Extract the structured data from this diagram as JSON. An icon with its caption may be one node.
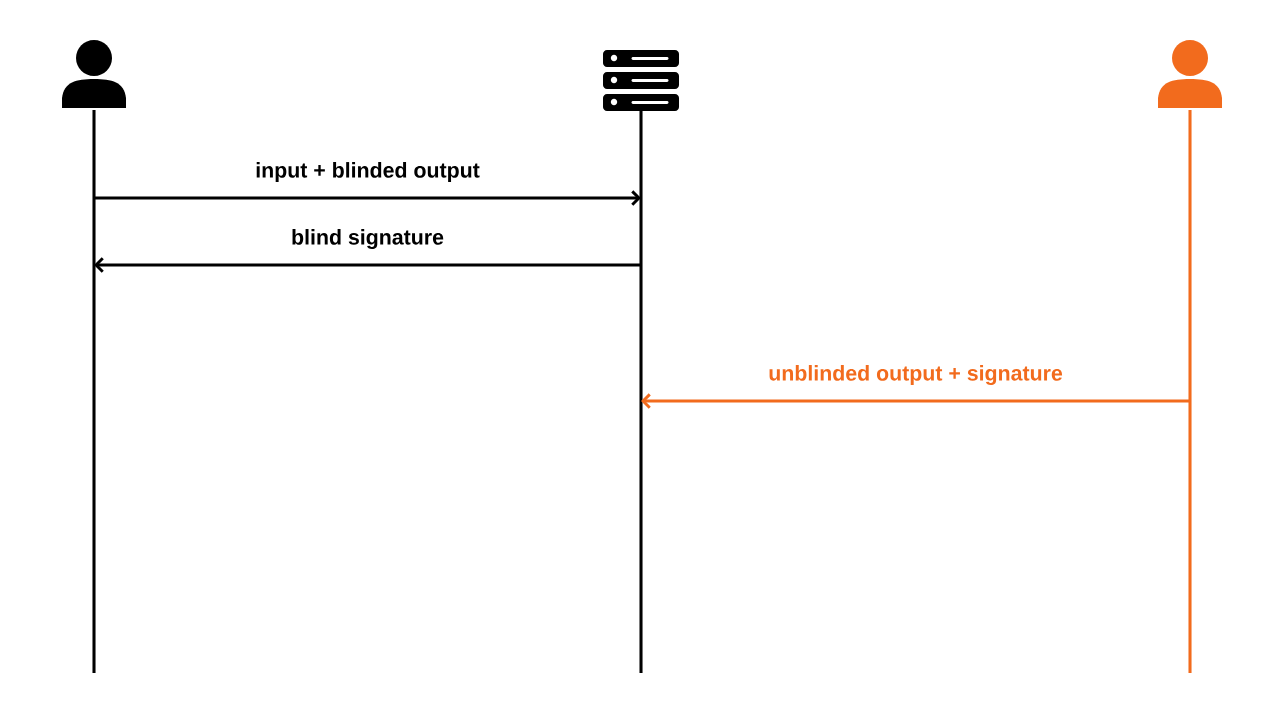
{
  "diagram": {
    "nodes": [
      {
        "text": [],
        "shape": "person"
      },
      {
        "text": [],
        "shape": "server"
      },
      {
        "text": [],
        "shape": "person"
      }
    ],
    "edges": [
      {
        "from": 0,
        "to": 1,
        "arrow": "to",
        "label": "input + blinded output"
      },
      {
        "from": 1,
        "to": 0,
        "arrow": "to",
        "label": "blind signature"
      },
      {
        "from": 2,
        "to": 1,
        "arrow": "to",
        "label": "unblinded output + signature",
        "color": "#f26b1d"
      }
    ]
  }
}
